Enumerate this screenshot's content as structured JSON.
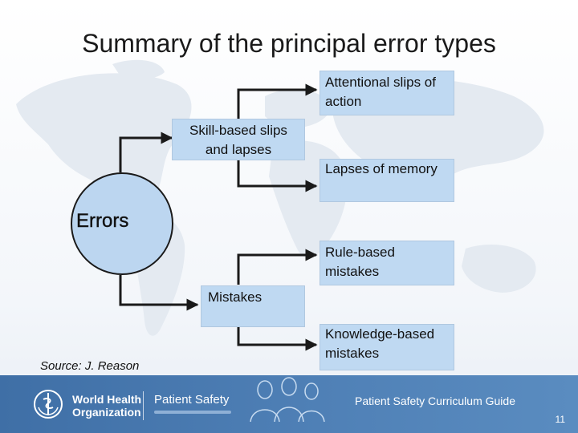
{
  "slide": {
    "title": "Summary of the principal error types",
    "errors_label": "Errors",
    "skill_box": "Skill-based slips and lapses",
    "mistakes_box": "Mistakes",
    "attentional_box": "Attentional slips of action",
    "memory_box": "Lapses of memory",
    "rule_box": "Rule-based mistakes",
    "knowledge_box": "Knowledge-based mistakes",
    "source": "Source: J. Reason"
  },
  "footer": {
    "org_line1": "World Health",
    "org_line2": "Organization",
    "program": "Patient Safety",
    "guide": "Patient Safety Curriculum Guide",
    "page_number": "11"
  },
  "colors": {
    "box_fill": "#bfd9f2",
    "footer_blue": "#4f80b6",
    "line": "#1a1a1a"
  }
}
